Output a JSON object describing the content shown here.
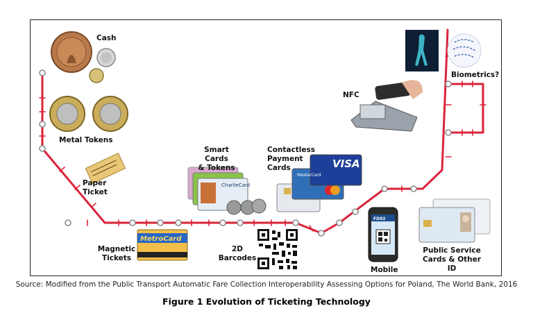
{
  "labels": {
    "cash": "Cash",
    "metal_tokens": "Metal Tokens",
    "paper_ticket_1": "Paper",
    "paper_ticket_2": "Ticket",
    "smart_cards_1": "Smart Cards",
    "smart_cards_2": "& Tokens",
    "contactless_1": "Contactless",
    "contactless_2": "Payment",
    "contactless_3": "Cards",
    "nfc": "NFC",
    "biometrics": "Biometrics?",
    "magnetic_1": "Magnetic",
    "magnetic_2": "Tickets",
    "barcodes_1": "2D",
    "barcodes_2": "Barcodes",
    "mobile": "Mobile",
    "public_service_1": "Public Service",
    "public_service_2": "Cards & Other ID"
  },
  "image_text": {
    "metrocard": "MetroCard",
    "charliecard": "CharlieCard",
    "visa": "VISA",
    "mastercard": "MasterCard",
    "fd92": "FD92"
  },
  "colors": {
    "line": "#d9233a",
    "station_fill": "#ffffff",
    "station_stroke": "#8a8a8a"
  },
  "source": "Source: Modified from the Public Transport Automatic Fare Collection Interoperability Assessing Options for Poland, The World Bank, 2016",
  "caption": "Figure 1 Evolution of Ticketing Technology"
}
